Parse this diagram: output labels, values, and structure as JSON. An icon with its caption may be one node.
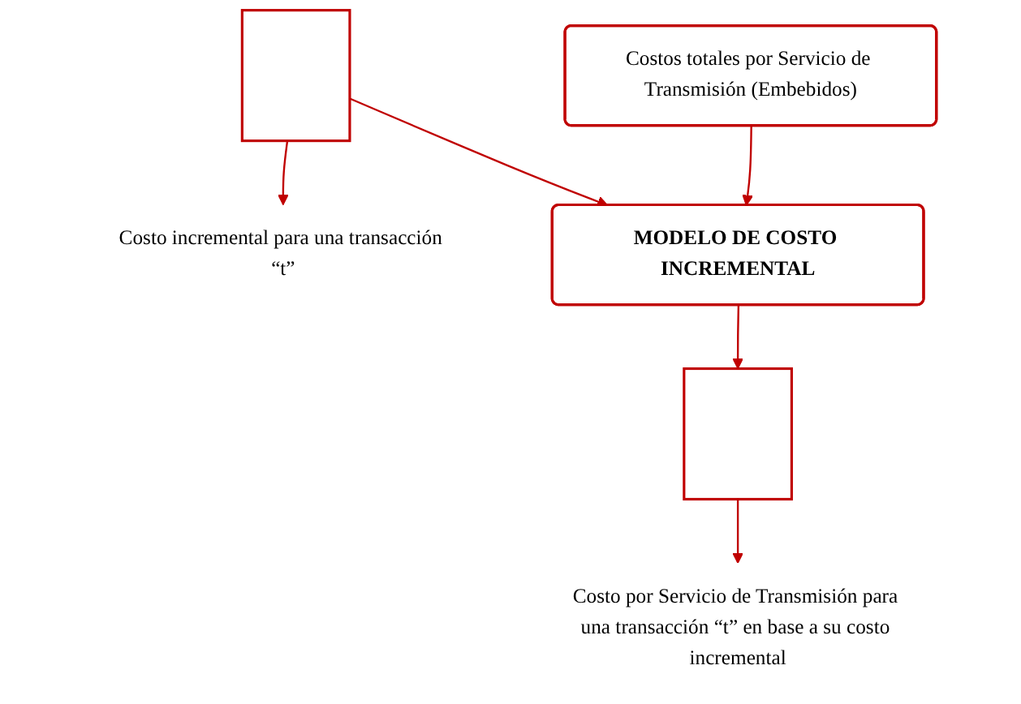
{
  "diagram": {
    "nodes": [
      {
        "text": [
          "Costos totales por Servicio de Transmisión (Embebidos)"
        ]
      },
      {
        "text": [],
        "shape": "box"
      },
      {
        "text": [
          "Costo incremental para una transacción “t”"
        ]
      },
      {
        "text": [
          "MODELO DE COSTO INCREMENTAL"
        ]
      },
      {
        "text": [],
        "shape": "box"
      },
      {
        "text": [
          "Costo por Servicio de Transmisión para una transacción “t” en base a su costo incremental"
        ]
      }
    ],
    "edges": [
      {
        "from": 1,
        "to": 2,
        "arrow": "to"
      },
      {
        "from": 0,
        "to": 3,
        "arrow": "to"
      },
      {
        "from": 1,
        "to": 3,
        "arrow": "to"
      },
      {
        "from": 3,
        "to": 4,
        "arrow": "to"
      },
      {
        "from": 4,
        "to": 5,
        "arrow": "to"
      }
    ]
  }
}
